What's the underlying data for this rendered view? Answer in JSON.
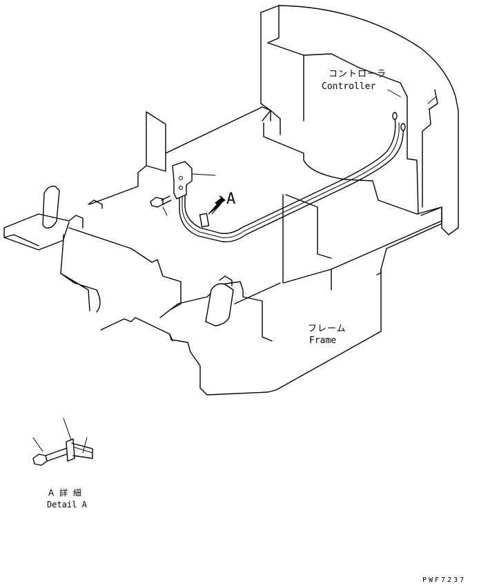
{
  "labels": {
    "controller_jp": "コントローラ",
    "controller_en": "Controller",
    "frame_jp": "フレーム",
    "frame_en": "Frame",
    "view_arrow": "A",
    "detail_jp": "A 詳 細",
    "detail_en": "Detail A",
    "drawing_code": "PWF7237"
  },
  "colors": {
    "line": "#000000",
    "background": "#ffffff"
  }
}
